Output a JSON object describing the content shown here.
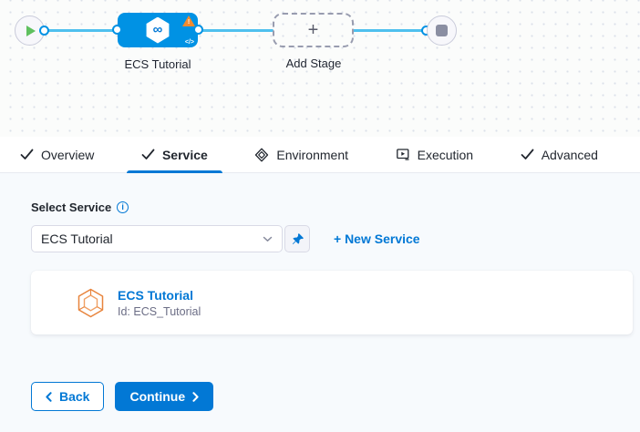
{
  "graph": {
    "stage": {
      "label": "ECS Tutorial",
      "infinity_glyph": "∞",
      "code_glyph": "</>",
      "warning_glyph": "!"
    },
    "add_stage": {
      "label": "Add Stage",
      "plus_glyph": "+"
    }
  },
  "tabs": {
    "items": [
      {
        "label": "Overview",
        "icon": "check-icon",
        "active": false
      },
      {
        "label": "Service",
        "icon": "check-icon",
        "active": true
      },
      {
        "label": "Environment",
        "icon": "layers-icon",
        "active": false
      },
      {
        "label": "Execution",
        "icon": "execution-icon",
        "active": false
      },
      {
        "label": "Advanced",
        "icon": "check-icon",
        "active": false
      }
    ]
  },
  "service_panel": {
    "select_label": "Select Service",
    "info_glyph": "i",
    "select_value": "ECS Tutorial",
    "new_service_label": "+ New Service",
    "card": {
      "title": "ECS Tutorial",
      "id_text": "Id: ECS_Tutorial"
    }
  },
  "footer": {
    "back_label": "Back",
    "continue_label": "Continue"
  },
  "colors": {
    "primary_blue": "#0278D5",
    "node_blue": "#0092E4",
    "connector_blue": "#4FC0EE",
    "warning_orange": "#F28A2E",
    "success_green": "#5FC05F",
    "panel_bg": "#F7FAFD"
  }
}
